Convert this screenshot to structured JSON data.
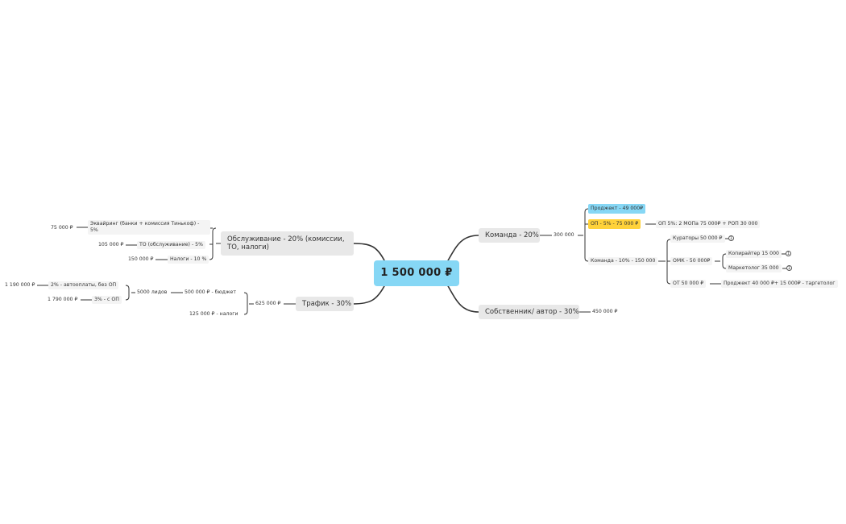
{
  "center": {
    "label": "1 500 000 ₽"
  },
  "left": {
    "service": {
      "label": "Обслуживание - 20% (комиссии, ТО, налоги)",
      "acquiring": {
        "label": "Эквайринг (банки + комиссия Тинькоф)  - 5%",
        "value": "75 000 ₽"
      },
      "maintenance": {
        "label": "ТО (обслуживание) - 5%",
        "value": "105 000 ₽"
      },
      "taxes": {
        "label": "Налоги - 10 %",
        "value": "150 000 ₽"
      }
    },
    "traffic": {
      "label": "Трафик - 30%",
      "total": "625 000 ₽",
      "budget": "500 000 ₽ - бюджет",
      "leads": "5000 лидов",
      "auto": {
        "label": "2% - автооплаты, без ОП",
        "value": "1 190 000 ₽"
      },
      "with_op": {
        "label": "3% - с ОП",
        "value": "1 790 000 ₽"
      },
      "taxes": "125 000 ₽ - налоги"
    }
  },
  "right": {
    "team": {
      "label": "Команда - 20%",
      "amount": "300 000",
      "project": "Проджект - 49 000₽",
      "op": {
        "label": "ОП - 5% - 75 000 ₽",
        "detail": "ОП 5%: 2 МОПа 75 000₽ + РОП 30 000"
      },
      "team10": {
        "label": "Команда - 10% - 150 000",
        "curators": {
          "label": "Кураторы 50 000 ₽",
          "badge": "1"
        },
        "omk": {
          "label": "ОМК - 50 000₽",
          "copywriter": {
            "label": "Копирайтер 15 000",
            "badge": "1"
          },
          "marketer": {
            "label": "Маркетолог 35 000",
            "badge": "1"
          }
        },
        "ot": {
          "label": "ОТ  50 000 ₽",
          "detail": "Проджект 40 000 ₽+ 15 000₽ - таргетолог"
        }
      }
    },
    "owner": {
      "label": "Собственник/ автор - 30%",
      "amount": "450 000 ₽"
    }
  },
  "colors": {
    "center": "#86d7f5",
    "highlight_blue": "#86d7f5",
    "highlight_yellow": "#ffd23a",
    "branch": "#e8e8e8",
    "line": "#333333"
  }
}
